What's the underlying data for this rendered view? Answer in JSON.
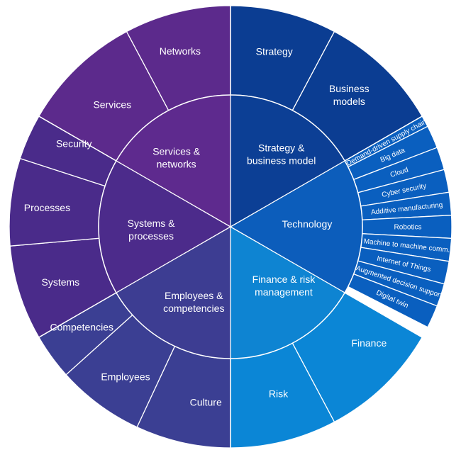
{
  "colors": {
    "separator": "#ffffff",
    "robotics_text": "#b9d4ef"
  },
  "segments": [
    {
      "key": "strategy",
      "label_lines": [
        "Strategy &",
        "business model"
      ],
      "color": "#0c3f95",
      "outer": [
        {
          "label_lines": [
            "Strategy"
          ],
          "color": "#0b3d92"
        },
        {
          "label_lines": [
            "Business",
            "models"
          ],
          "color": "#0b3d92"
        }
      ]
    },
    {
      "key": "technology",
      "label_lines": [
        "Technology"
      ],
      "color": "#0c5dbb",
      "outer": [
        {
          "label_lines": [
            "Demand-driven supply chain"
          ],
          "color": "#0a5fbf",
          "small": true
        },
        {
          "label_lines": [
            "Big data"
          ],
          "color": "#0a5fbf",
          "small": true
        },
        {
          "label_lines": [
            "Cloud"
          ],
          "color": "#0a5fbf",
          "small": true
        },
        {
          "label_lines": [
            "Cyber security"
          ],
          "color": "#0a5fbf",
          "small": true
        },
        {
          "label_lines": [
            "Additive manufacturing"
          ],
          "color": "#0a5fbf",
          "small": true
        },
        {
          "label_lines": [
            "Robotics"
          ],
          "color": "#0a5fbf",
          "small": true,
          "dim": true
        },
        {
          "label_lines": [
            "Machine to machine comm."
          ],
          "color": "#0a5fbf",
          "small": true
        },
        {
          "label_lines": [
            "Internet of Things"
          ],
          "color": "#0a5fbf",
          "small": true
        },
        {
          "label_lines": [
            "Augmented decision support"
          ],
          "color": "#0a5fbf",
          "small": true
        },
        {
          "label_lines": [
            "Digital twin"
          ],
          "color": "#0a5fbf",
          "small": true
        }
      ]
    },
    {
      "key": "finance",
      "label_lines": [
        "Finance & risk",
        "management"
      ],
      "color": "#0e84d2",
      "outer": [
        {
          "label_lines": [
            "Finance"
          ],
          "color": "#0b86d6"
        },
        {
          "label_lines": [
            "Risk"
          ],
          "color": "#0b86d6"
        }
      ]
    },
    {
      "key": "employees",
      "label_lines": [
        "Employees &",
        "competencies"
      ],
      "color": "#3d3d92",
      "outer": [
        {
          "label_lines": [
            "Culture"
          ],
          "color": "#3b3f93"
        },
        {
          "label_lines": [
            "Employees"
          ],
          "color": "#3b3f93"
        },
        {
          "label_lines": [
            "Competencies"
          ],
          "color": "#3b3f93"
        }
      ]
    },
    {
      "key": "systems",
      "label_lines": [
        "Systems &",
        "processes"
      ],
      "color": "#4c2b8b",
      "outer": [
        {
          "label_lines": [
            "Systems"
          ],
          "color": "#4a2b8a"
        },
        {
          "label_lines": [
            "Processes"
          ],
          "color": "#4a2b8a"
        },
        {
          "label_lines": [
            "Security"
          ],
          "color": "#4a2b8a"
        }
      ]
    },
    {
      "key": "services",
      "label_lines": [
        "Services &",
        "networks"
      ],
      "color": "#5e2a8e",
      "outer": [
        {
          "label_lines": [
            "Services"
          ],
          "color": "#5c2a8c"
        },
        {
          "label_lines": [
            "Networks"
          ],
          "color": "#5c2a8c"
        }
      ]
    }
  ]
}
